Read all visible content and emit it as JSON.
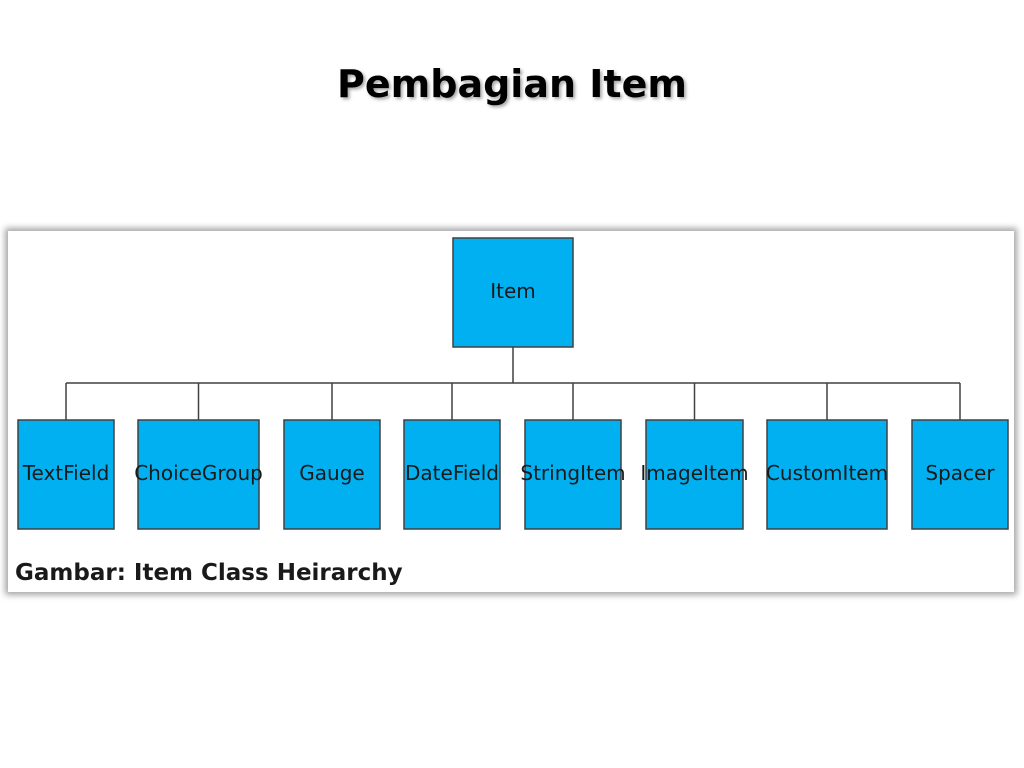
{
  "slide": {
    "title": "Pembagian Item",
    "caption": "Gambar: Item Class Heirarchy"
  },
  "diagram": {
    "root": {
      "label": "Item"
    },
    "children": [
      {
        "label": "TextField"
      },
      {
        "label": "ChoiceGroup"
      },
      {
        "label": "Gauge"
      },
      {
        "label": "DateField"
      },
      {
        "label": "StringItem"
      },
      {
        "label": "ImageItem"
      },
      {
        "label": "CustomItem"
      },
      {
        "label": "Spacer"
      }
    ],
    "colors": {
      "node_fill": "#00b0f0",
      "node_border": "#404040",
      "connector": "#404040"
    }
  }
}
